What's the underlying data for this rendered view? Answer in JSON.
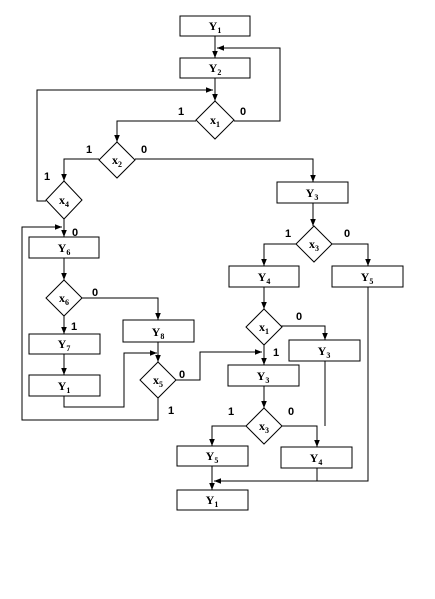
{
  "nodes": {
    "y1_top": {
      "name": "Y",
      "sub": "1"
    },
    "y2": {
      "name": "Y",
      "sub": "2"
    },
    "x1_top": {
      "name": "x",
      "sub": "1"
    },
    "x2": {
      "name": "x",
      "sub": "2"
    },
    "x4": {
      "name": "x",
      "sub": "4"
    },
    "y3_right": {
      "name": "Y",
      "sub": "3"
    },
    "x3_right": {
      "name": "x",
      "sub": "3"
    },
    "y6": {
      "name": "Y",
      "sub": "6"
    },
    "y4_mid": {
      "name": "Y",
      "sub": "4"
    },
    "y5_right": {
      "name": "Y",
      "sub": "5"
    },
    "x6": {
      "name": "x",
      "sub": "6"
    },
    "x1_mid": {
      "name": "x",
      "sub": "1"
    },
    "y8": {
      "name": "Y",
      "sub": "8"
    },
    "y7": {
      "name": "Y",
      "sub": "7"
    },
    "y3_mid1": {
      "name": "Y",
      "sub": "3"
    },
    "y1_left": {
      "name": "Y",
      "sub": "1"
    },
    "x5": {
      "name": "x",
      "sub": "5"
    },
    "y3_mid2": {
      "name": "Y",
      "sub": "3"
    },
    "x3_low": {
      "name": "x",
      "sub": "3"
    },
    "y5_low": {
      "name": "Y",
      "sub": "5"
    },
    "y4_low": {
      "name": "Y",
      "sub": "4"
    },
    "y1_bottom": {
      "name": "Y",
      "sub": "1"
    }
  },
  "branch_labels": {
    "x1_top_yes": "1",
    "x1_top_no": "0",
    "x2_yes": "1",
    "x2_no": "0",
    "x4_yes": "1",
    "x4_no": "0",
    "x3_right_yes": "1",
    "x3_right_no": "0",
    "x6_no": "0",
    "x6_yes": "1",
    "x1_mid_no": "0",
    "x1_mid_yes": "1",
    "x5_no": "0",
    "x5_yes": "1",
    "x3_low_yes": "1",
    "x3_low_no": "0"
  }
}
